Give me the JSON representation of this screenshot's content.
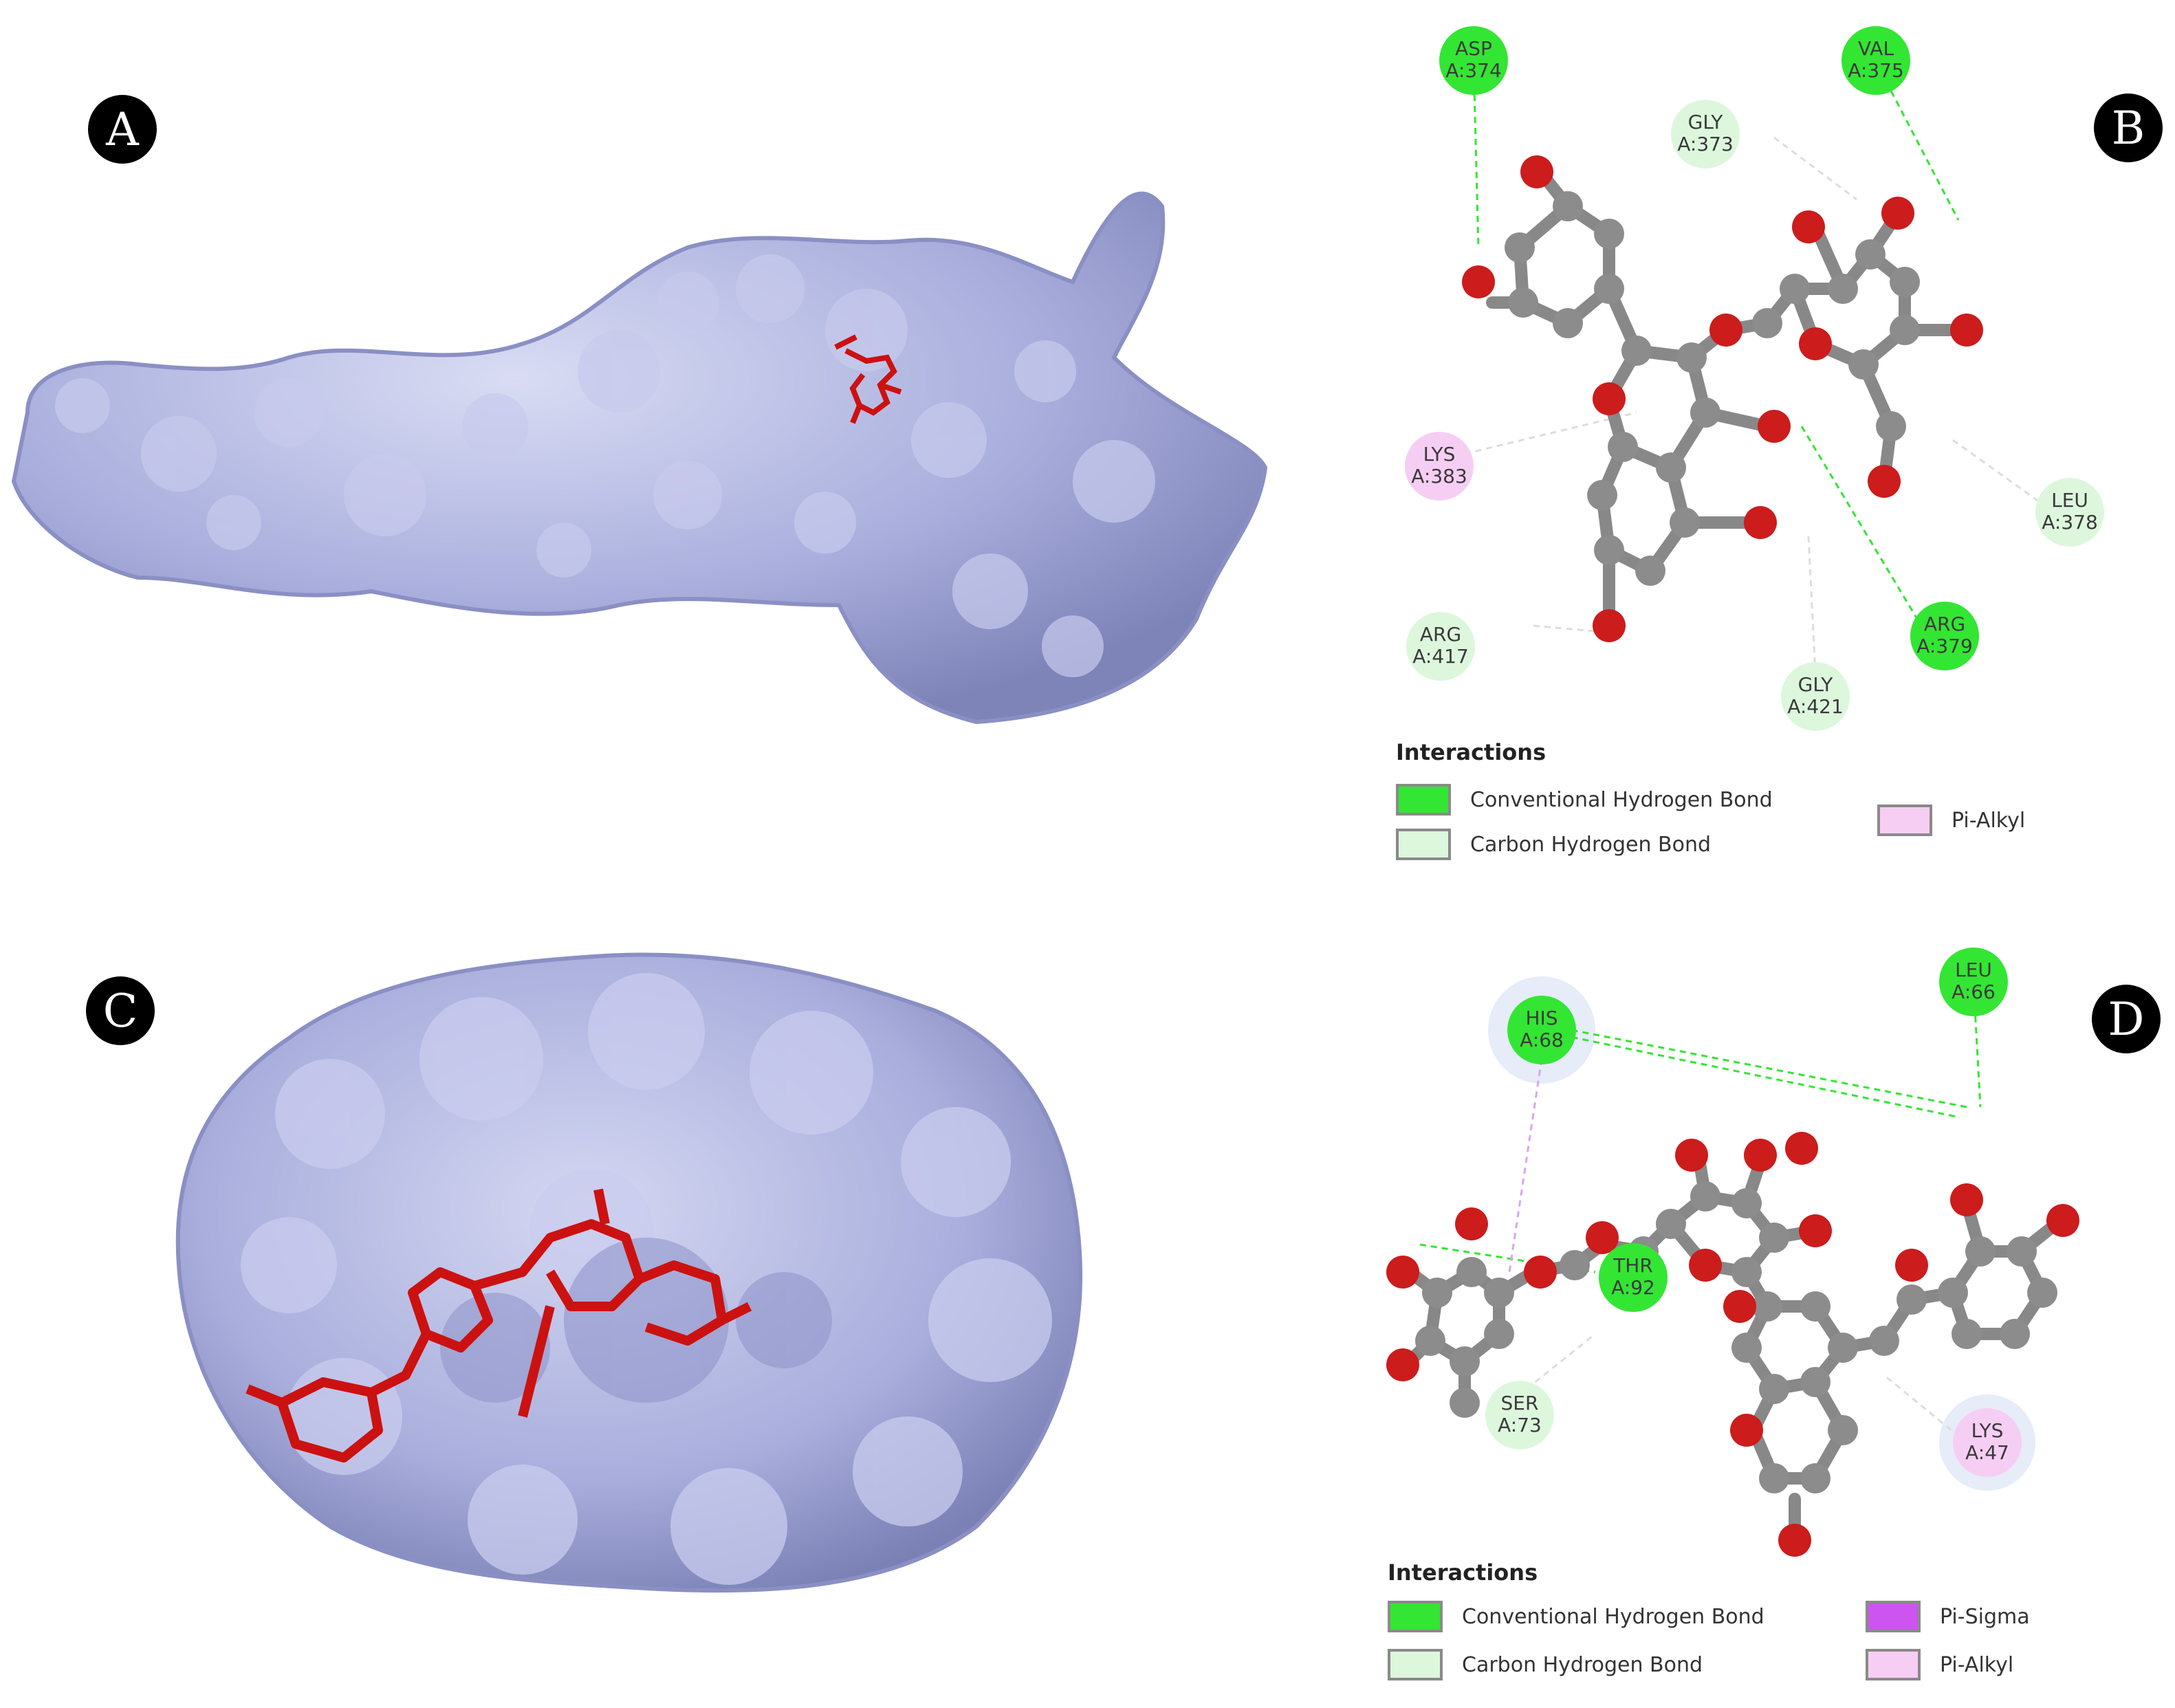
{
  "panels": {
    "a": {
      "letter": "A"
    },
    "b": {
      "letter": "B"
    },
    "c": {
      "letter": "C"
    },
    "d": {
      "letter": "D"
    }
  },
  "colors": {
    "surface": "#a9aedd",
    "ligand": "#cc1111",
    "conventional_hbond": "#33e633",
    "carbon_hbond": "#ddf7dd",
    "pi_sigma": "#cc55f0",
    "pi_alkyl": "#f7cef3"
  },
  "diagram_b": {
    "residues": [
      {
        "name": "ASP",
        "id": "A:374",
        "type": "conventional_hbond"
      },
      {
        "name": "VAL",
        "id": "A:375",
        "type": "conventional_hbond"
      },
      {
        "name": "GLY",
        "id": "A:373",
        "type": "carbon_hbond"
      },
      {
        "name": "LYS",
        "id": "A:383",
        "type": "pi_alkyl"
      },
      {
        "name": "LEU",
        "id": "A:378",
        "type": "carbon_hbond"
      },
      {
        "name": "ARG",
        "id": "A:417",
        "type": "carbon_hbond"
      },
      {
        "name": "ARG",
        "id": "A:379",
        "type": "conventional_hbond"
      },
      {
        "name": "GLY",
        "id": "A:421",
        "type": "carbon_hbond"
      }
    ],
    "legend": {
      "title": "Interactions",
      "items": [
        "Conventional Hydrogen Bond",
        "Carbon Hydrogen Bond",
        "Pi-Alkyl"
      ]
    }
  },
  "diagram_d": {
    "residues": [
      {
        "name": "HIS",
        "id": "A:68",
        "type": "conventional_hbond"
      },
      {
        "name": "LEU",
        "id": "A:66",
        "type": "conventional_hbond"
      },
      {
        "name": "THR",
        "id": "A:92",
        "type": "conventional_hbond"
      },
      {
        "name": "SER",
        "id": "A:73",
        "type": "carbon_hbond"
      },
      {
        "name": "LYS",
        "id": "A:47",
        "type": "pi_alkyl"
      }
    ],
    "legend": {
      "title": "Interactions",
      "items": [
        "Conventional Hydrogen Bond",
        "Carbon Hydrogen Bond",
        "Pi-Sigma",
        "Pi-Alkyl"
      ]
    }
  }
}
